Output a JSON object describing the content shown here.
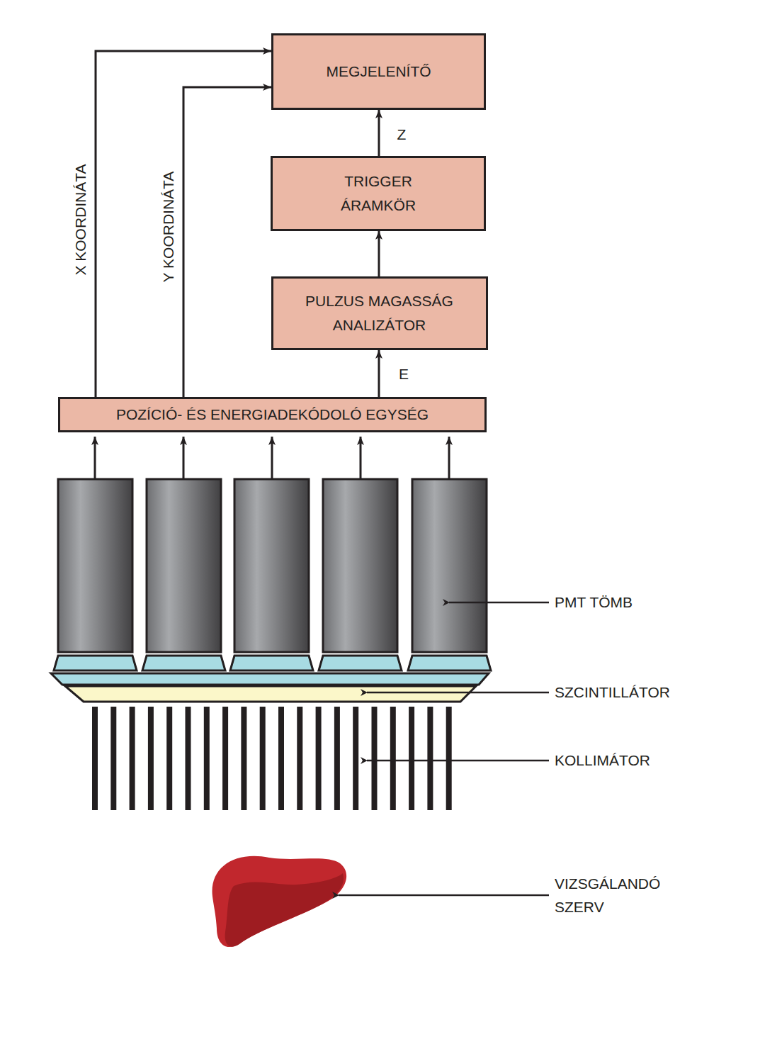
{
  "diagram": {
    "nodes": [
      {
        "text": [
          "MEGJELENÍTŐ"
        ]
      },
      {
        "text": [
          "TRIGGER ÁRAMKÖR"
        ]
      },
      {
        "text": [
          "PULZUS MAGASSÁG ANALIZÁTOR"
        ]
      },
      {
        "text": [
          "POZÍCIÓ- ÉS ENERGIADEKÓDOLÓ EGYSÉG"
        ]
      }
    ],
    "edges": [
      {
        "from": 3,
        "to": 0,
        "label": "X KOORDINÁTA",
        "arrow": "to"
      },
      {
        "from": 3,
        "to": 0,
        "label": "Y KOORDINÁTA",
        "arrow": "to"
      },
      {
        "from": 3,
        "to": 2,
        "label": "E",
        "arrow": "to"
      },
      {
        "from": 2,
        "to": 1,
        "arrow": "to"
      },
      {
        "from": 1,
        "to": 0,
        "label": "Z",
        "arrow": "to"
      }
    ],
    "labels": [
      "PMT TÖMB",
      "SZCINTILLÁTOR",
      "KOLLIMÁTOR",
      "VIZSGÁLANDÓ SZERV"
    ]
  }
}
